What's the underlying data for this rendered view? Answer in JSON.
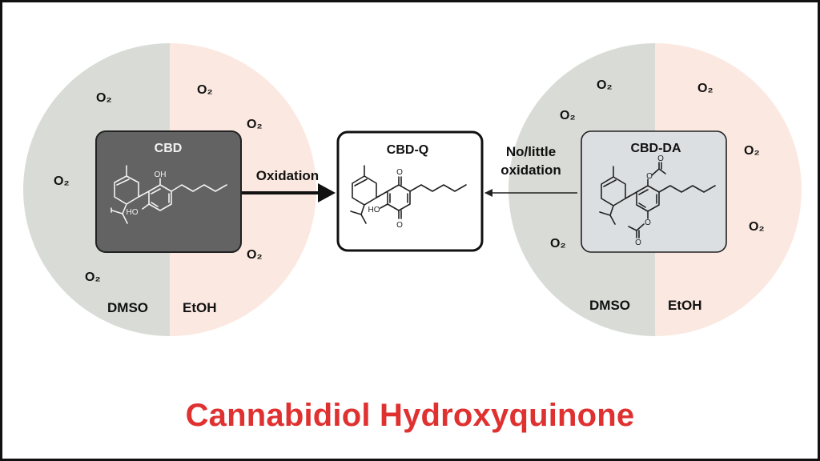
{
  "colors": {
    "dmso_side": "#d9dcd6",
    "etoh_side": "#fbe9e1",
    "cbd_box": "#636363",
    "cbdda_box": "#dcdfe2",
    "caption": "#e03131"
  },
  "left_panel": {
    "o2_labels": [
      "O₂",
      "O₂",
      "O₂",
      "O₂",
      "O₂",
      "O₂"
    ],
    "box_title": "CBD",
    "atom_labels": {
      "oh_top": "OH",
      "ho_bottom": "HO"
    },
    "solvent_left": "DMSO",
    "solvent_right": "EtOH"
  },
  "arrow_left": {
    "label": "Oxidation"
  },
  "center_box": {
    "title": "CBD-Q",
    "atom_labels": {
      "o_top": "O",
      "o_bottom": "O",
      "ho": "HO"
    }
  },
  "arrow_right": {
    "label_line1": "No/little",
    "label_line2": "oxidation"
  },
  "right_panel": {
    "o2_labels": [
      "O₂",
      "O₂",
      "O₂",
      "O₂",
      "O₂",
      "O₂"
    ],
    "box_title": "CBD-DA",
    "atom_labels": {
      "o_top": "O",
      "o_top_carbonyl": "O",
      "o_bottom": "O",
      "o_bottom_carbonyl": "O"
    },
    "solvent_left": "DMSO",
    "solvent_right": "EtOH"
  },
  "caption": "Cannabidiol Hydroxyquinone"
}
